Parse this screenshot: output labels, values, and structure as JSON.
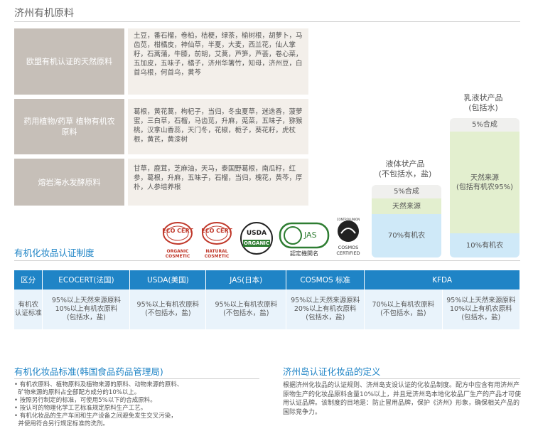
{
  "page_title": "济州有机原料",
  "categories": [
    {
      "label": "欧盟有机认证的天然原料",
      "ingredients": "土豆，番石榴，卷柏，桔梗，绿茶，榆树根，胡萝卜，马齿苋，柑橘皮，神仙草，半夏，大麦，西兰花，仙人掌籽，石蒿蒲，牛膝，前胡，艾蒿，芦笋，芦荟，卷心菜，五加皮，五味子，橘子，济州华箸竹，知母，济州豆，白首乌根，何首乌，黄芩"
    },
    {
      "label": "药用植物/药草 植物有机农原料",
      "ingredients": "葛根，黄花蒿，枸杞子，当归，冬虫夏草，迷迭香，菠萝蜜，三白草，石榴，马齿苋，升麻，莵菜，五味子，猕猴桃，汉拿山香蕊，天门冬，花椒，栀子，葵花籽，虎杖根，黄芪，黄漆树"
    },
    {
      "label": "熔岩海水发酵原料",
      "ingredients": "甘草，鹿茸，芝麻油，天马，泰国野葛根，南瓜籽，红参，葛根，升麻，五味子，石榴，当归，槐花，黄芩，厚朴，人参培养根"
    }
  ],
  "products": {
    "liquid": {
      "title": "液体状产品\n(不包括水，盐)",
      "segments": [
        "5%合成",
        "天然来源",
        "70%有机农"
      ]
    },
    "emulsion": {
      "title": "乳液状产品\n(包括水)",
      "segments": [
        "5%合成",
        "天然来源\n(包括有机农95%)",
        "10%有机农"
      ]
    }
  },
  "logos": {
    "ecocert1": {
      "main": "ECO CERT",
      "sub": "ORGANIC COSMETIC"
    },
    "ecocert2": {
      "main": "ECO CERT",
      "sub": "NATURAL COSMETIC"
    },
    "usda": {
      "top": "USDA",
      "bottom": "ORGANIC"
    },
    "jas": {
      "mark": "JAS",
      "caption": "認定機関名"
    },
    "cosmos": {
      "ring": "CONTROLUNION",
      "caption": "COSMOS CERTIFIED"
    }
  },
  "cert_section_title": "有机化妆品认证制度",
  "table": {
    "headers": [
      "区分",
      "ECOCERT(法国)",
      "USDA(美国)",
      "JAS(日本)",
      "COSMOS 标准",
      "KFDA"
    ],
    "row_label": "有机农\n认证标准",
    "cells": [
      "95%以上天然来源原料\n10%以上有机农原料\n(包括水，盐)",
      "95%以上有机农原料\n(不包括水，盐)",
      "95%以上有机农原料\n(不包括水，盐)",
      "95%以上天然来源原料\n20%以上有机农原料\n(包括水，盐)",
      "70%以上有机农原料\n(不包括水，盐)",
      "95%以上天然来源原料\n10%以上有机农原料\n(包括水，盐)"
    ]
  },
  "kfda_section": {
    "title": "有机化妆品标准(韩国食品药品管理局)",
    "notes": [
      "• 有机农原料、植物原料及植物来源的原料、动物来源的原料、\n  矿物来源的原料占全部配方成分的10%以上。",
      "• 按照另行制定的标准，可使用5%以下的合成原料。",
      "• 按认可的物理化学工艺标准规定原料生产工艺。",
      "• 有机化妆品的生产车间和生产设备之间避免发生交叉污染，\n  并使用符合另行规定标准的洗剂。"
    ]
  },
  "jeju_section": {
    "title": "济州岛认证化妆品的定义",
    "text": "根据济州化妆品的认证规则、济州岛支设认证的化妆品制度。配方中应含有用济州产原物生产的化妆品原料含量10%以上，并且是济州岛本地化妆品厂生产的产品才可使用认证品牌。该制度的目地是：防止冒用品牌，保护《济州》形象，确保相关产品的国际竞争力。"
  },
  "colors": {
    "blue": "#1f84c6",
    "tan": "#c6bfb8",
    "cream": "#f3efea",
    "green": "#e3efcf",
    "lightblue": "#cfe9f8"
  }
}
